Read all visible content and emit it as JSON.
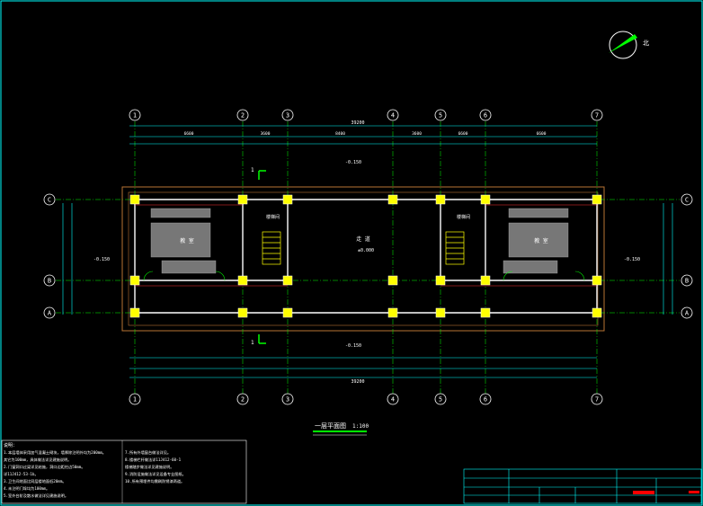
{
  "drawing": {
    "title": "一层平面图",
    "scale": "1:100",
    "north_label": "北",
    "elevation_indoor": "±0.000",
    "elevation_outdoor_left": "-0.150",
    "elevation_outdoor_right": "-0.150",
    "elevation_bottom": "-0.150",
    "elevation_top": "-0.150",
    "total_dim_top": "39200",
    "total_dim_bottom": "39200",
    "room_corridor": "走 道",
    "room_classroom_left": "教 室",
    "room_classroom_right": "教 室",
    "room_stair_left": "楼梯间",
    "room_stair_right": "楼梯间",
    "section_mark": "1"
  },
  "axes": {
    "columns": [
      "1",
      "2",
      "3",
      "4",
      "5",
      "6",
      "7"
    ],
    "rows": [
      "C",
      "B",
      "A"
    ]
  },
  "top_dims": [
    "6600",
    "3600",
    "8400",
    "3600",
    "6600",
    "6600"
  ],
  "notes": {
    "header": "说明：",
    "left": [
      "1.本层墙体采用加气混凝土砌块，墙厚除注明外均为200mm。",
      "  其它为100mm，具体做法详见建施说明。",
      "2.门窗洞口过梁详见结施，洞口边距柱边50mm。",
      "  详11J412-53-1b。",
      "3.卫生间地面比同层楼地面低20mm。",
      "4.未注明门垛均为100mm。",
      "5.室外台阶及散水做法详见建施说明。"
    ],
    "right": [
      "7.所有外墙窗台做法详见。",
      "8.楼梯栏杆做法详11J412-60-1",
      "  楼梯踏步做法详见建施说明。",
      "9.消防设施做法详见设备专业图纸。",
      "10.所有预埋件均需刷防锈漆两道。"
    ]
  },
  "colors": {
    "background": "#000000",
    "grid_axis": "#00ff00",
    "wall": "#ffffff",
    "column": "#ffff00",
    "dims": "#00ffff",
    "hatch": "#ff3333",
    "frame": "#00ffff",
    "accent_red": "#ff0000",
    "outline_brown": "#b87333"
  }
}
